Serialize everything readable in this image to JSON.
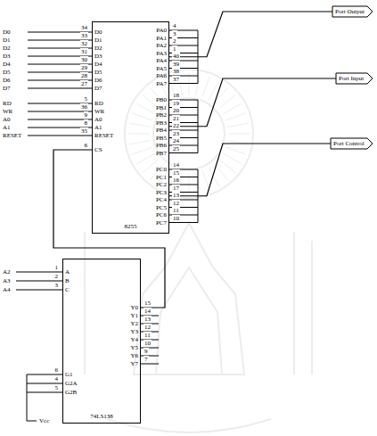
{
  "diagram": {
    "nodes": [
      {
        "text": [
          "8255"
        ]
      },
      {
        "text": [
          "Port Output"
        ]
      },
      {
        "text": [
          "Port Input"
        ]
      },
      {
        "text": [
          "Port Control"
        ]
      },
      {
        "text": [
          "74LS138"
        ]
      }
    ],
    "edges": [
      {
        "from": 4,
        "to": 0,
        "arrow": "none"
      },
      {
        "from": 0,
        "to": 1,
        "arrow": "none"
      },
      {
        "from": 0,
        "to": 2,
        "arrow": "none"
      },
      {
        "from": 0,
        "to": 3,
        "arrow": "none"
      }
    ],
    "labels": [
      "D0",
      "D1",
      "D2",
      "D3",
      "D4",
      "D5",
      "D6",
      "D7",
      "RD",
      "WR",
      "A0",
      "A1",
      "RESET",
      "CS",
      "34",
      "33",
      "32",
      "31",
      "30",
      "29",
      "28",
      "27",
      "5",
      "36",
      "9",
      "8",
      "35",
      "6",
      "PA0",
      "PA1",
      "PA2",
      "PA3",
      "PA4",
      "PA5",
      "PA6",
      "PA7",
      "PB0",
      "PB1",
      "PB2",
      "PB3",
      "PB4",
      "PB5",
      "PB6",
      "PB7",
      "PC0",
      "PC1",
      "PC2",
      "PC3",
      "PC4",
      "PC5",
      "PC6",
      "PC7",
      "4",
      "3",
      "2",
      "1",
      "40",
      "39",
      "38",
      "37",
      "18",
      "19",
      "20",
      "21",
      "22",
      "23",
      "24",
      "25",
      "14",
      "15",
      "16",
      "17",
      "13",
      "12",
      "11",
      "10",
      "D0",
      "D1",
      "D2",
      "D3",
      "D4",
      "D5",
      "D6",
      "D7",
      "RD",
      "WR",
      "A0",
      "A1",
      "RESET",
      "A",
      "B",
      "C",
      "G1",
      "G2A",
      "G2B",
      "1",
      "2",
      "3",
      "6",
      "4",
      "5",
      "Y0",
      "Y1",
      "Y2",
      "Y3",
      "Y4",
      "Y5",
      "Y6",
      "Y7",
      "15",
      "14",
      "13",
      "12",
      "11",
      "10",
      "9",
      "7",
      "A2",
      "A3",
      "A4",
      "Vcc"
    ]
  }
}
